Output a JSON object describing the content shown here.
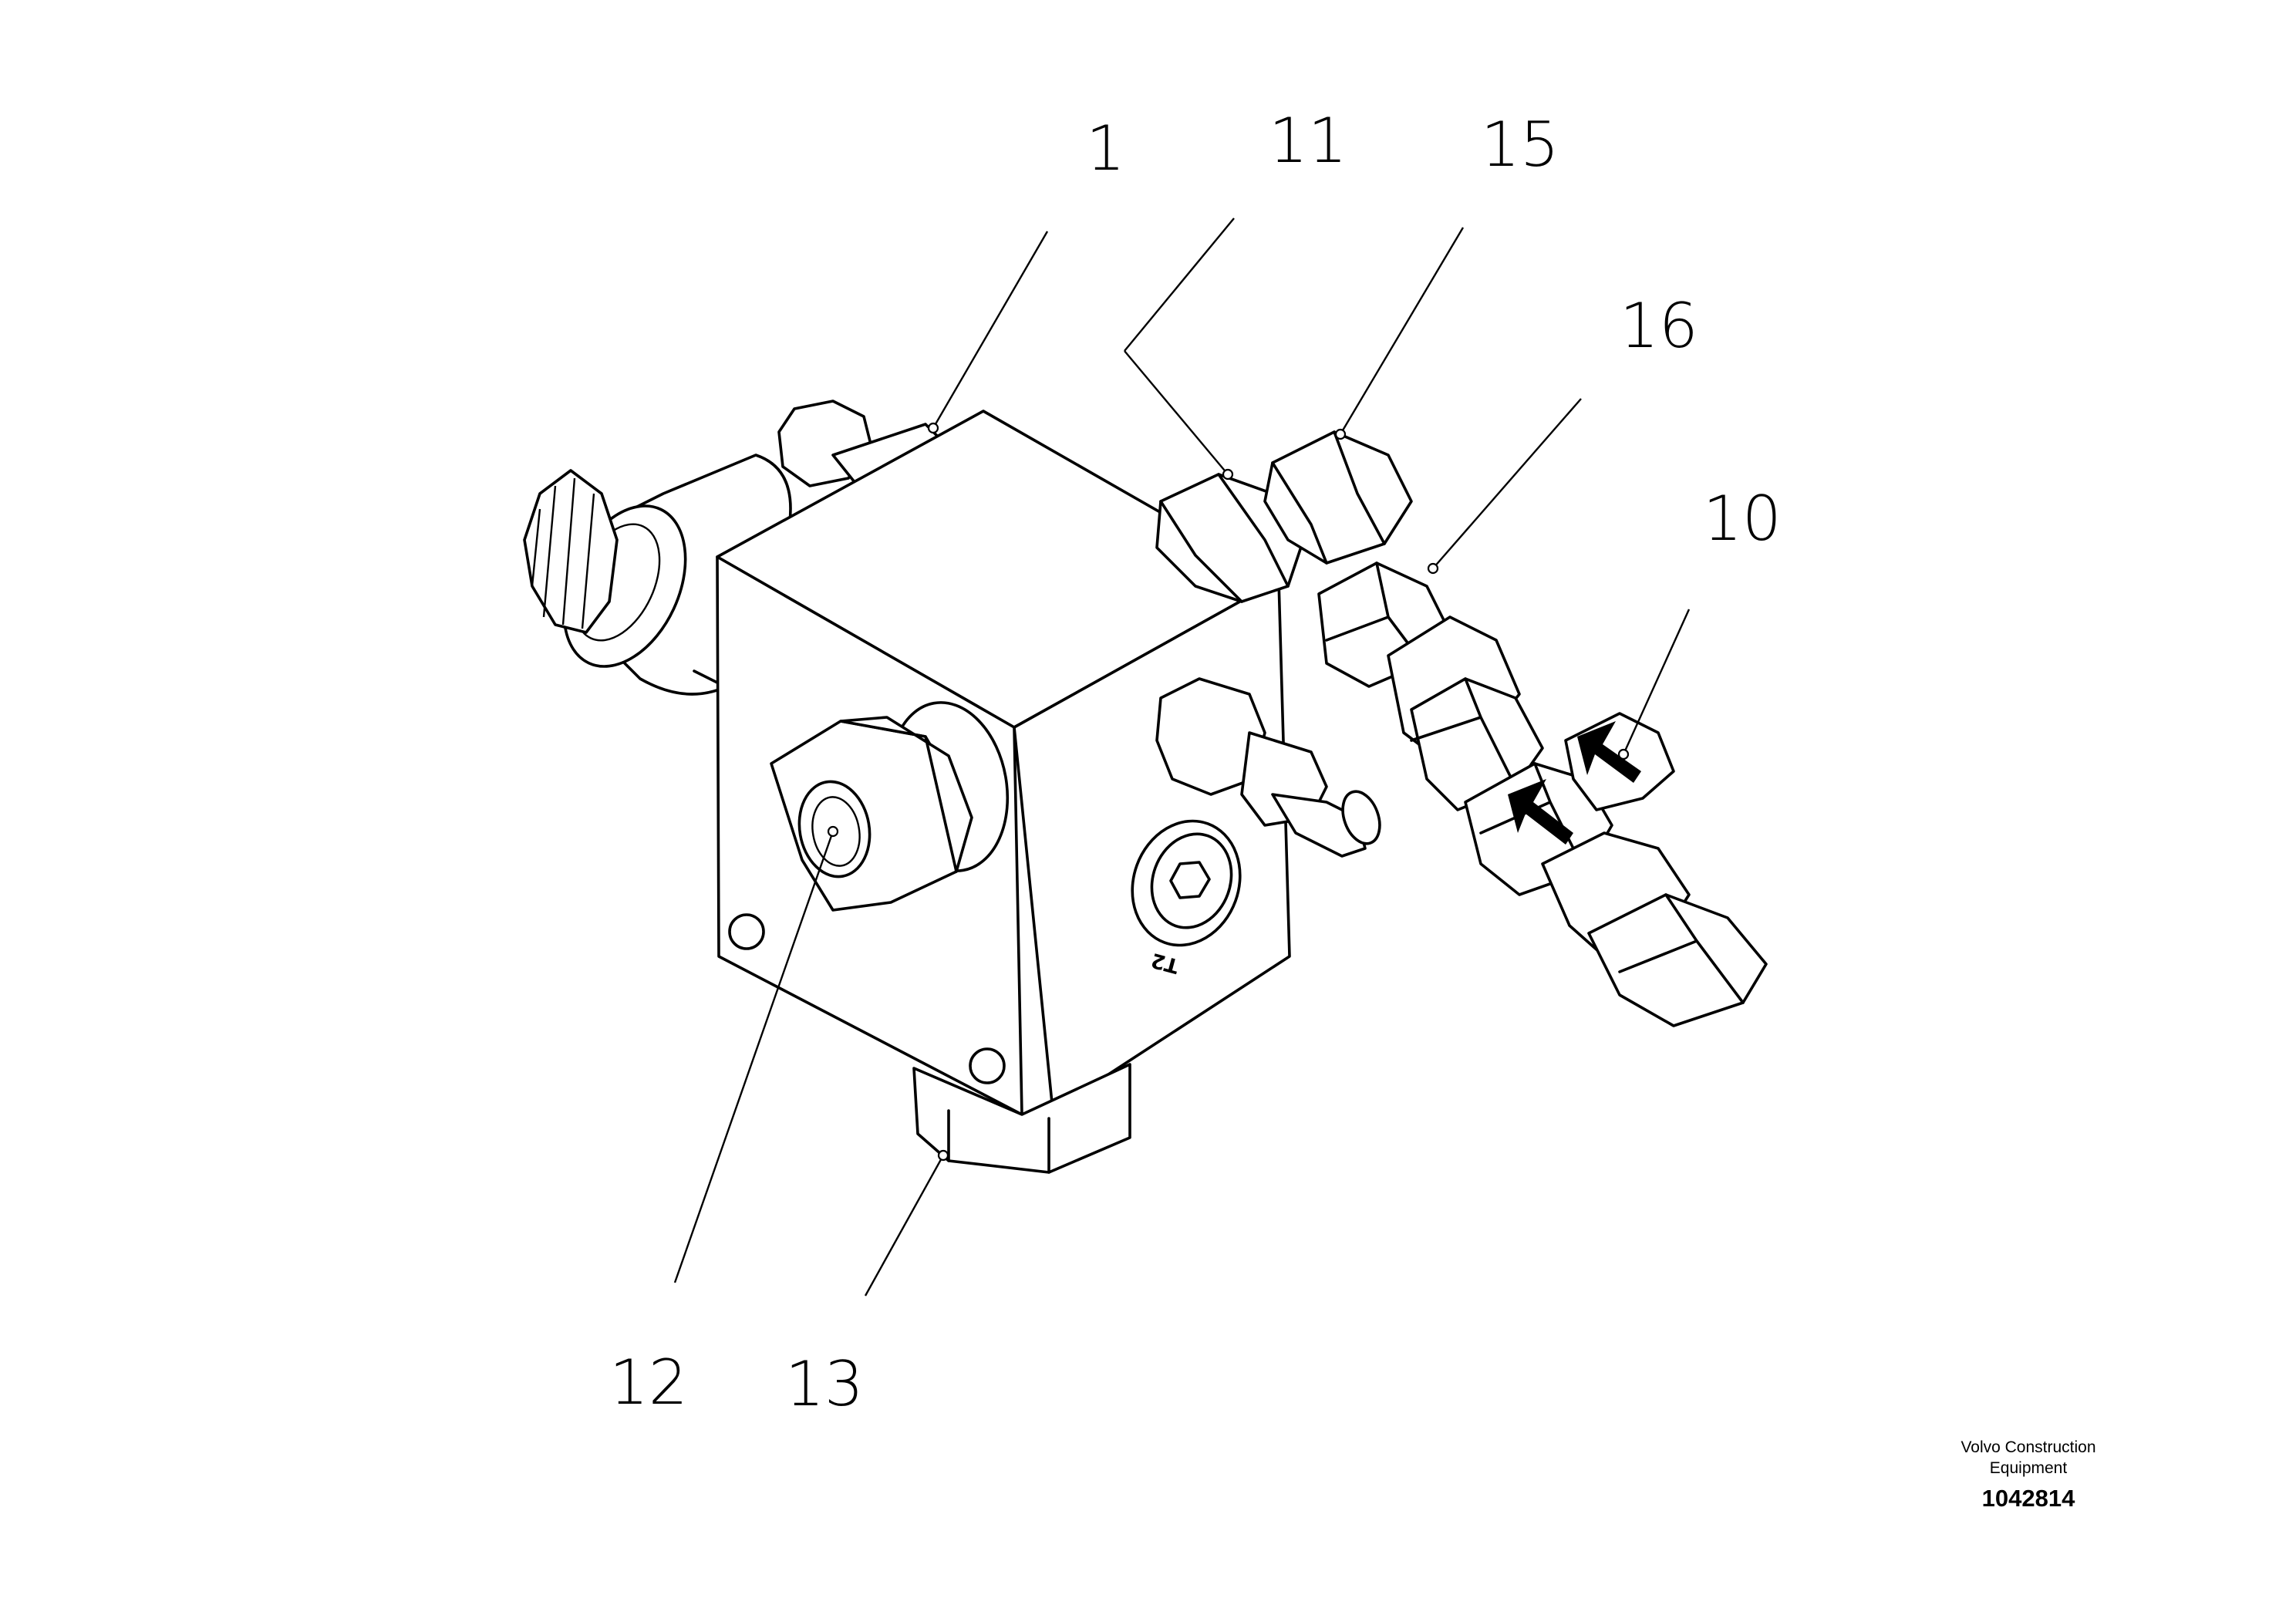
{
  "callouts": [
    "1",
    "11",
    "15",
    "16",
    "10",
    "12",
    "13"
  ],
  "port_marking": "T2",
  "caption": {
    "line1": "Volvo Construction",
    "line2": "Equipment",
    "part_number": "1042814"
  }
}
